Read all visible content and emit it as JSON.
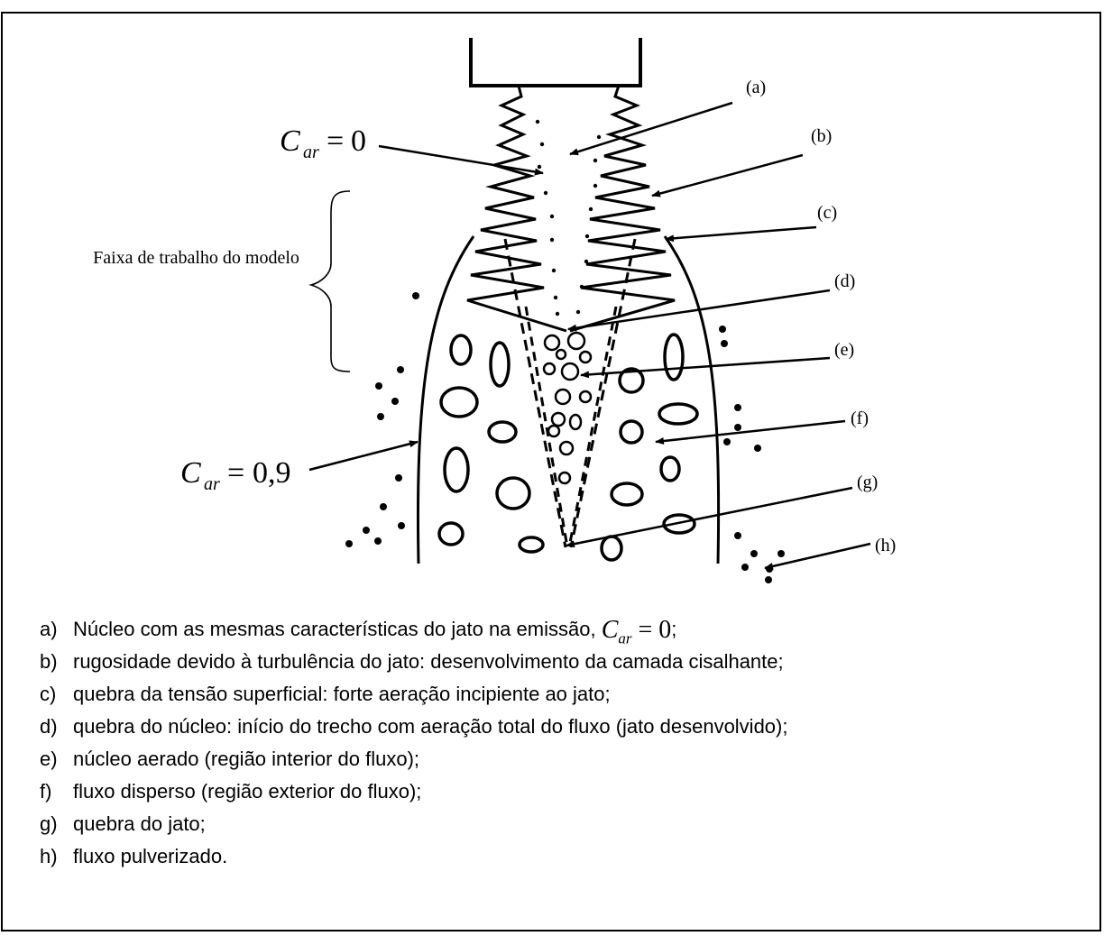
{
  "labels": {
    "a": "(a)",
    "b": "(b)",
    "c": "(c)",
    "d": "(d)",
    "e": "(e)",
    "f": "(f)",
    "g": "(g)",
    "h": "(h)"
  },
  "car_top": {
    "var": "C",
    "sub": "ar",
    "value": "0"
  },
  "car_bottom": {
    "var": "C",
    "sub": "ar",
    "value": "0,9"
  },
  "faixa_label": "Faixa de trabalho do modelo",
  "legend": [
    {
      "letter": "a)",
      "text": "Núcleo com as mesmas características do jato na emissão, ",
      "math": {
        "var": "C",
        "sub": "ar",
        "value": "0"
      },
      "tail": ";"
    },
    {
      "letter": "b)",
      "text": "rugosidade devido à turbulência do jato: desenvolvimento da camada cisalhante;"
    },
    {
      "letter": "c)",
      "text": "quebra da tensão superficial: forte aeração incipiente ao jato;"
    },
    {
      "letter": "d)",
      "text": "quebra do núcleo: início do trecho com aeração total do fluxo (jato desenvolvido);"
    },
    {
      "letter": "e)",
      "text": "núcleo aerado (região interior do fluxo);"
    },
    {
      "letter": "f)",
      "text": "fluxo disperso (região exterior do fluxo);"
    },
    {
      "letter": "g)",
      "text": "quebra do jato;"
    },
    {
      "letter": "h)",
      "text": "fluxo pulverizado."
    }
  ]
}
